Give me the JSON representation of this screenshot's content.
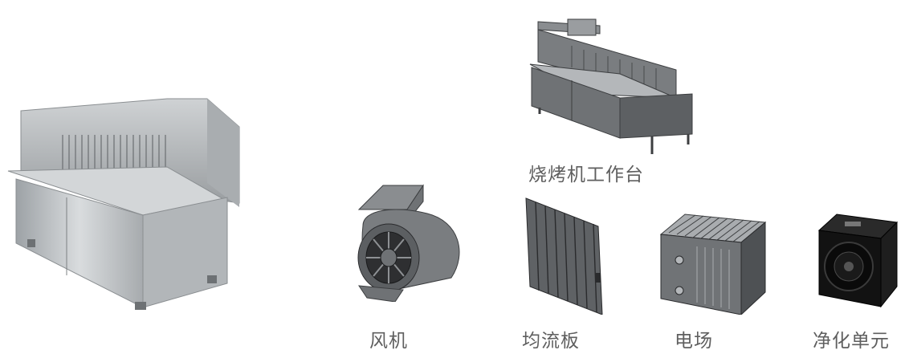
{
  "captions": {
    "workstation": "烧烤机工作台",
    "fan": "风机",
    "baffle": "均流板",
    "electric_field": "电场",
    "purifier_unit": "净化单元"
  },
  "colors": {
    "steel": "#b8bcbf",
    "cad_gray": "#6f7275",
    "cad_dark": "#3c3e40",
    "black_unit": "#121212",
    "caption": "#5f5f5f"
  }
}
